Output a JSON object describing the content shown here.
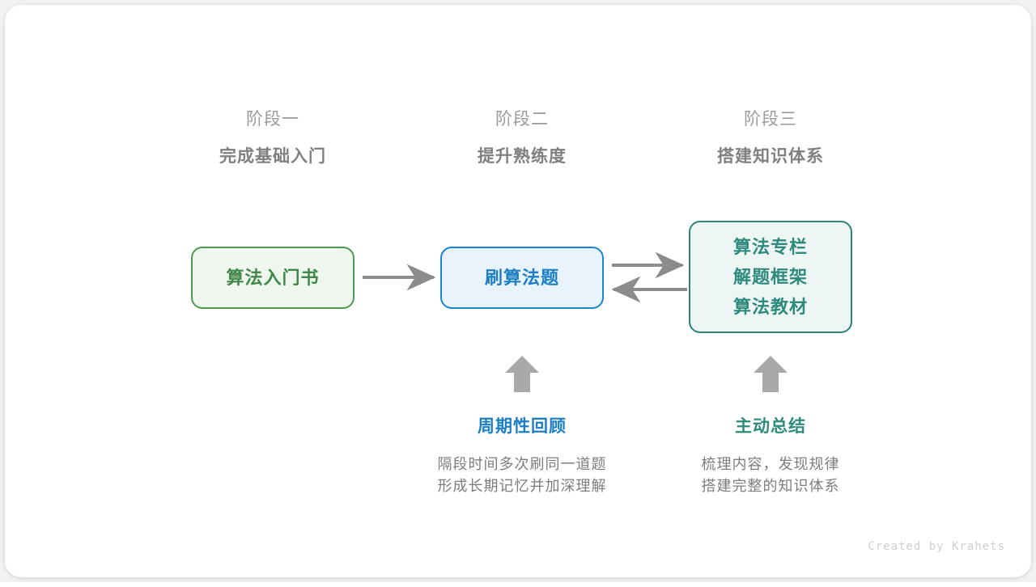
{
  "meta": {
    "credit": "Created by Krahets",
    "background_color": "#ffffff",
    "card_color": "#ffffff"
  },
  "stages": [
    {
      "kicker": "阶段一",
      "title": "完成基础入门"
    },
    {
      "kicker": "阶段二",
      "title": "提升熟练度"
    },
    {
      "kicker": "阶段三",
      "title": "搭建知识体系"
    }
  ],
  "nodes": [
    {
      "id": "book",
      "lines": [
        "算法入门书"
      ],
      "color": "#40874a",
      "border_color": "#4e9a51",
      "fill_color": "#eef6ee"
    },
    {
      "id": "practice",
      "lines": [
        "刷算法题"
      ],
      "color": "#1c7fc4",
      "border_color": "#1a86d0",
      "fill_color": "#e8f3fc"
    },
    {
      "id": "knowledge",
      "lines": [
        "算法专栏",
        "解题框架",
        "算法教材"
      ],
      "color": "#2e8a7c",
      "border_color": "#2d8379",
      "fill_color": "#edf6f4"
    }
  ],
  "connectors": [
    {
      "name": "book-to-practice",
      "direction": "right"
    },
    {
      "name": "practice-to-knowledge",
      "direction": "right"
    },
    {
      "name": "knowledge-to-practice",
      "direction": "left"
    },
    {
      "name": "review-up",
      "direction": "up"
    },
    {
      "name": "summary-up",
      "direction": "up"
    }
  ],
  "annotations": [
    {
      "id": "review",
      "title": "周期性回顾",
      "color": "#1c7fc4",
      "body": [
        "隔段时间多次刷同一道题",
        "形成长期记忆并加深理解"
      ]
    },
    {
      "id": "summary",
      "title": "主动总结",
      "color": "#2e8a7c",
      "body": [
        "梳理内容，发现规律",
        "搭建完整的知识体系"
      ]
    }
  ],
  "colors": {
    "arrow_gray": "#8c8c8c",
    "block_arrow_gray": "#a9a9a9",
    "stage_kicker_gray": "#9b9b9b",
    "stage_title_gray": "#808080",
    "body_gray": "#7d7d7d"
  }
}
